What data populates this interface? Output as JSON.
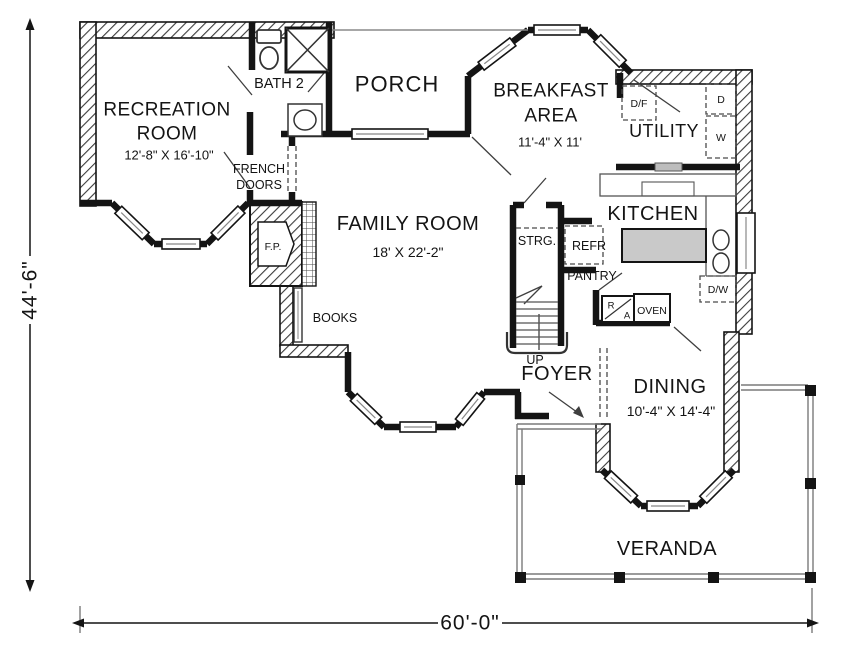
{
  "page": {
    "background": "#ffffff",
    "ink": "#141414",
    "thin_line": "#777777"
  },
  "dimensions": {
    "height_label": "44'-6\"",
    "width_label": "60'-0\""
  },
  "rooms": {
    "recreation": {
      "line1": "RECREATION",
      "line2": "ROOM",
      "size": "12'-8\" X 16'-10\""
    },
    "bath2": {
      "label": "BATH 2"
    },
    "porch": {
      "label": "PORCH"
    },
    "breakfast": {
      "line1": "BREAKFAST",
      "line2": "AREA",
      "size": "11'-4\" X 11'"
    },
    "utility": {
      "label": "UTILITY"
    },
    "kitchen": {
      "label": "KITCHEN"
    },
    "family": {
      "label": "FAMILY ROOM",
      "size": "18' X 22'-2\""
    },
    "foyer": {
      "label": "FOYER"
    },
    "dining": {
      "label": "DINING",
      "size": "10'-4\" X 14'-4\""
    },
    "veranda": {
      "label": "VERANDA"
    }
  },
  "annotations": {
    "french_doors_line1": "FRENCH",
    "french_doors_line2": "DOORS",
    "fireplace": "F.P.",
    "books": "BOOKS",
    "storage": "STRG.",
    "up": "UP",
    "refrigerator": "REFR",
    "pantry": "PANTRY",
    "oven": "OVEN",
    "return_air_top": "R",
    "return_air_bottom": "A",
    "dishwasher": "D/W",
    "dryer_freezer": "D/F",
    "dryer": "D",
    "washer": "W"
  }
}
